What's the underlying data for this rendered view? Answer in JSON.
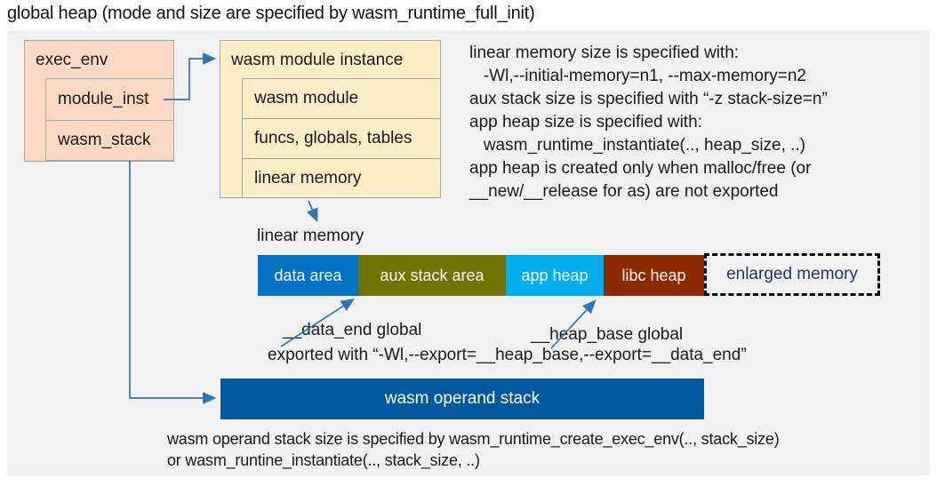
{
  "title": "global heap (mode and size are specified by wasm_runtime_full_init)",
  "exec_env_box": {
    "header": "exec_env",
    "rows": [
      "module_inst",
      "wasm_stack"
    ]
  },
  "module_instance_box": {
    "header": "wasm module instance",
    "rows": [
      "wasm module",
      "funcs, globals, tables",
      "linear memory"
    ]
  },
  "notes_right": {
    "lines": [
      "linear memory size is specified with:",
      "   -Wl,--initial-memory=n1, --max-memory=n2",
      "aux stack size is specified with “-z stack-size=n”",
      "app heap size is specified with:",
      "   wasm_runtime_instantiate(.., heap_size, ..)",
      "app heap is created only when malloc/free (or",
      "__new/__release for as) are not exported"
    ]
  },
  "linear_memory": {
    "label": "linear memory",
    "segments": [
      {
        "label": "data area",
        "color": "#0071c5"
      },
      {
        "label": "aux stack area",
        "color": "#6f7400"
      },
      {
        "label": "app heap",
        "color": "#00aeef"
      },
      {
        "label": "libc heap",
        "color": "#8c2b00"
      }
    ],
    "enlarged": {
      "label": "enlarged memory",
      "text_color": "#1f3864"
    }
  },
  "annotations": {
    "data_end": "__data_end global",
    "heap_base": "__heap_base global",
    "exported": "exported with “-Wl,--export=__heap_base,--export=__data_end”"
  },
  "operand_stack": {
    "label": "wasm operand stack",
    "color": "#00599c"
  },
  "bottom_note": {
    "lines": [
      "wasm operand stack size is specified by wasm_runtime_create_exec_env(.., stack_size)",
      "or wasm_runtine_instantiate(.., stack_size, ..)"
    ]
  },
  "colors": {
    "panel_bg": "#f1f1f2",
    "exec_env_fill": "#fbd9c3",
    "module_instance_fill": "#fdeec8",
    "box_border": "#a6a6a6",
    "arrow": "#2e75b6"
  }
}
